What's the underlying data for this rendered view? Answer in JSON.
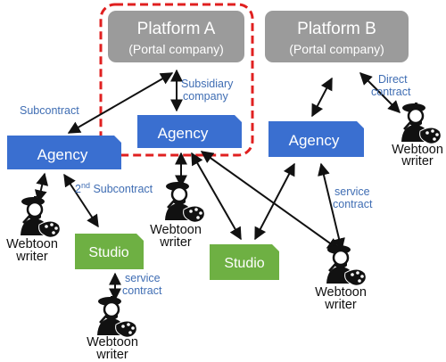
{
  "nodes": {
    "platform_a": {
      "title": "Platform A",
      "subtitle": "(Portal company)"
    },
    "platform_b": {
      "title": "Platform B",
      "subtitle": "(Portal company)"
    },
    "agency_left": {
      "label": "Agency"
    },
    "agency_center": {
      "label": "Agency"
    },
    "agency_right": {
      "label": "Agency"
    },
    "studio_left": {
      "label": "Studio"
    },
    "studio_center": {
      "label": "Studio"
    }
  },
  "writer_label": {
    "line1": "Webtoon",
    "line2": "writer"
  },
  "edge_labels": {
    "subcontract": "Subcontract",
    "subsidiary_1": "Subsidiary",
    "subsidiary_2": "company",
    "direct_1": "Direct",
    "direct_2": "contract",
    "second_sub_prefix": "2",
    "second_sub_sup": "nd",
    "second_sub_rest": " Subcontract",
    "service_right_1": "service",
    "service_right_2": "contract",
    "service_left_1": "service",
    "service_left_2": "contract"
  },
  "colors": {
    "platform_fill": "#9b9b9b",
    "agency_fill": "#3a6fd0",
    "studio_fill": "#6eb043",
    "highlight_border": "#e02020",
    "label_text": "#3f6db3"
  },
  "icons": {
    "writer": "painter-icon"
  }
}
